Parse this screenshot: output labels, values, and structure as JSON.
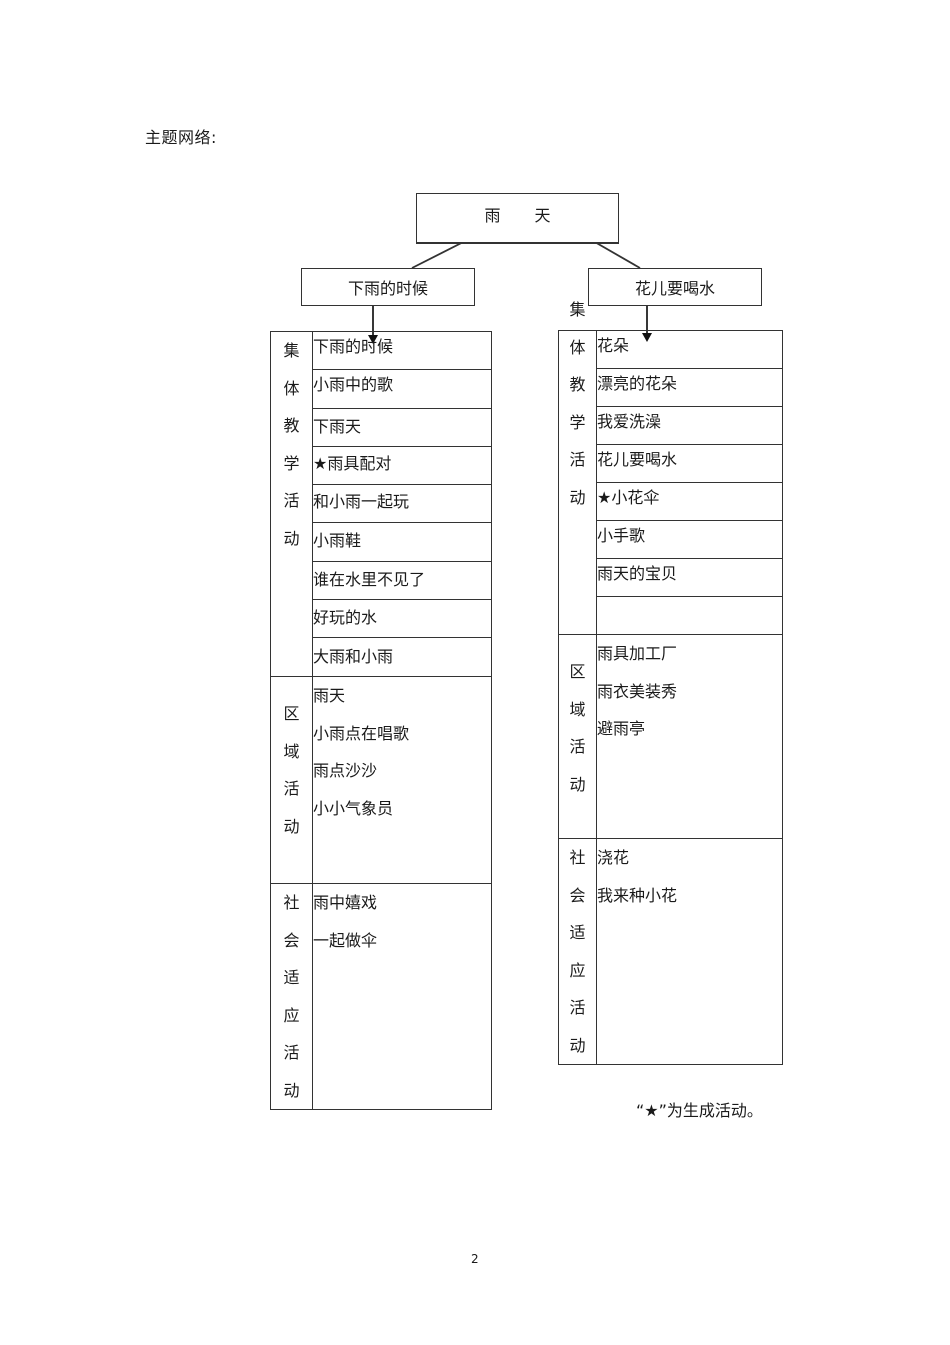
{
  "heading": "主题网络:",
  "root": {
    "char1": "雨",
    "char2": "天"
  },
  "branches": {
    "left": "下雨的时候",
    "right": "花儿要喝水"
  },
  "left_table": {
    "group_teaching": {
      "category": [
        "集",
        "体",
        "教",
        "学",
        "活",
        "动"
      ],
      "items": [
        "下雨的时候",
        "小雨中的歌",
        "下雨天",
        "★雨具配对",
        "和小雨一起玩",
        "小雨鞋",
        "谁在水里不见了",
        "好玩的水",
        "大雨和小雨"
      ]
    },
    "area": {
      "category": [
        "区",
        "域",
        "活",
        "动"
      ],
      "items": [
        "雨天",
        "小雨点在唱歌",
        "雨点沙沙",
        "小小气象员"
      ]
    },
    "social": {
      "category": [
        "社",
        "会",
        "适",
        "应",
        "活",
        "动"
      ],
      "items": [
        "雨中嬉戏",
        "一起做伞"
      ]
    }
  },
  "right_table": {
    "group_teaching": {
      "category": [
        "集",
        "体",
        "教",
        "学",
        "活",
        "动"
      ],
      "items": [
        "花朵",
        "漂亮的花朵",
        "我爱洗澡",
        "花儿要喝水",
        "★小花伞",
        "小手歌",
        "雨天的宝贝",
        ""
      ]
    },
    "area": {
      "category": [
        "区",
        "域",
        "活",
        "动"
      ],
      "items": [
        "雨具加工厂",
        "雨衣美装秀",
        "避雨亭"
      ]
    },
    "social": {
      "category": [
        "社",
        "会",
        "适",
        "应",
        "活",
        "动"
      ],
      "items": [
        "浇花",
        "我来种小花"
      ]
    }
  },
  "legend": "“★”为生成活动。",
  "page_number": "2"
}
